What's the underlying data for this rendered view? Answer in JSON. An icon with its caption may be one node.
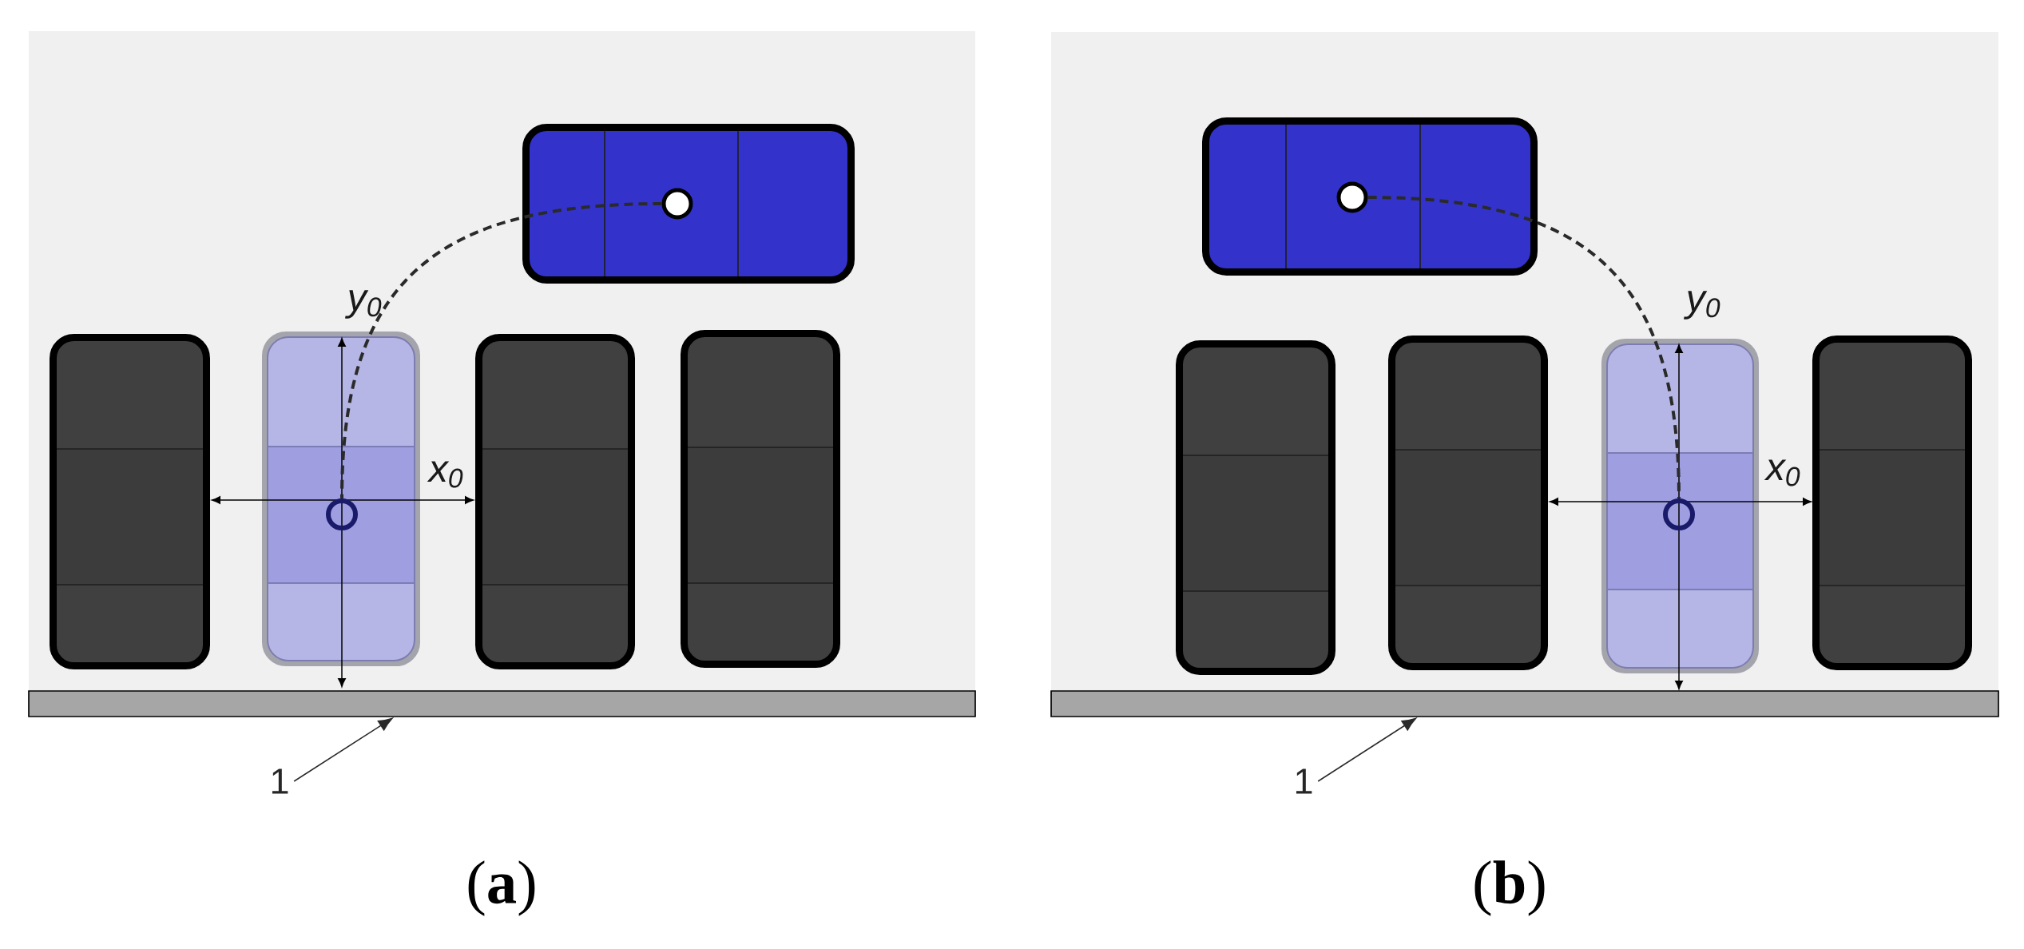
{
  "diagram": {
    "nodes": [
      {
        "text": [],
        "shape": "circle"
      },
      {
        "text": [],
        "shape": "circle"
      },
      {
        "text": [],
        "shape": "bar"
      },
      {
        "text": [
          "1"
        ]
      },
      {
        "text": [],
        "shape": "circle"
      },
      {
        "text": [],
        "shape": "circle"
      },
      {
        "text": [],
        "shape": "bar"
      },
      {
        "text": [
          "1"
        ]
      }
    ],
    "edges": [
      {
        "from": 0,
        "to": 1,
        "arrow": "none",
        "style": "dashed"
      },
      {
        "from": 3,
        "to": 2,
        "arrow": "to"
      },
      {
        "from": 4,
        "to": 5,
        "arrow": "none",
        "style": "dashed"
      },
      {
        "from": 7,
        "to": 6,
        "arrow": "to"
      }
    ],
    "labels": [
      "y$_{0}$",
      "x$_{0}$",
      "(**a**)",
      "y$_{0}$",
      "x$_{0}$",
      "(**b**)"
    ]
  }
}
